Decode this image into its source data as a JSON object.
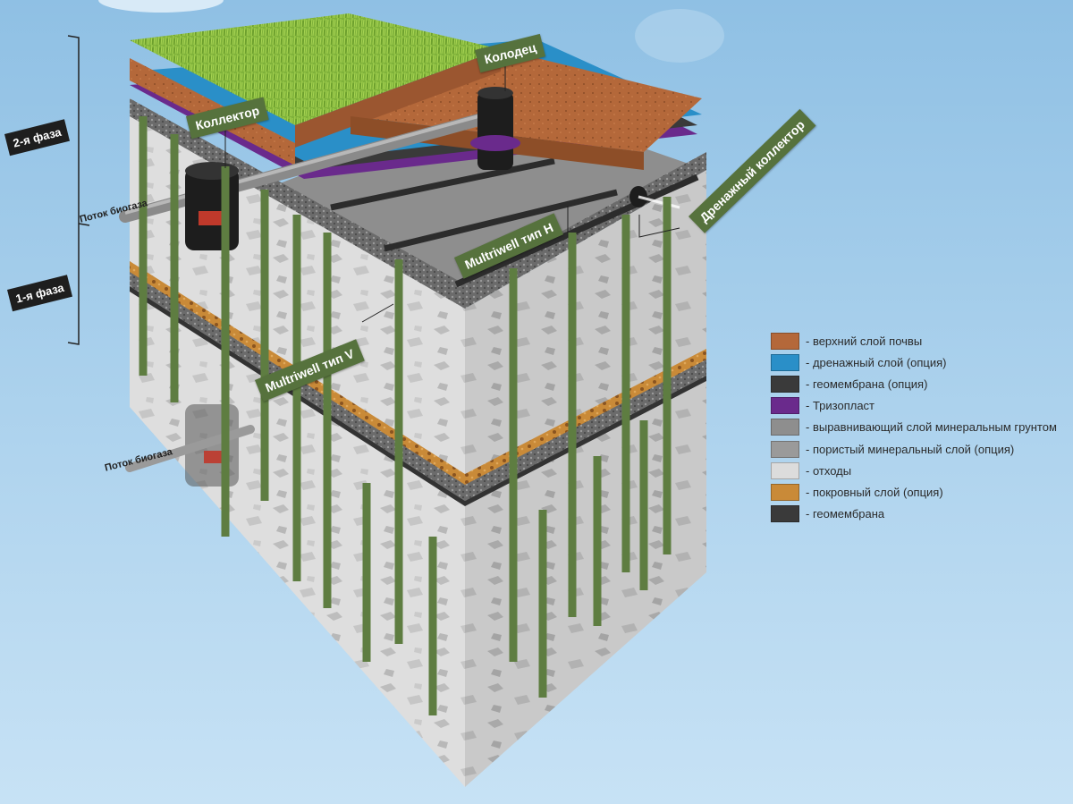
{
  "phases": {
    "phase2": "2-я фаза",
    "phase1": "1-я фаза"
  },
  "labels": {
    "collector": "Коллектор",
    "well": "Колодец",
    "drain_collector": "Дренажный коллектор",
    "multiwell_h": "Multriwell тип Н",
    "multiwell_v": "Multriwell тип V",
    "biogas_flow_upper": "Поток биогаза",
    "biogas_flow_lower": "Поток биогаза"
  },
  "legend": [
    {
      "label": "- верхний слой почвы",
      "color": "#b4683a"
    },
    {
      "label": "- дренажный слой (опция)",
      "color": "#2a8fc8"
    },
    {
      "label": "- геомембрана (опция)",
      "color": "#3a3a3a"
    },
    {
      "label": "- Тризопласт",
      "color": "#6a2a8c"
    },
    {
      "label": "- выравнивающий слой минеральным грунтом",
      "color": "#8e8e8e"
    },
    {
      "label": "- пористый минеральный слой (опция)",
      "color": "#9a9a9a"
    },
    {
      "label": "- отходы",
      "color": "#dcdcdc"
    },
    {
      "label": "- покровный слой (опция)",
      "color": "#c98a38"
    },
    {
      "label": "- геомембрана",
      "color": "#3a3a3a"
    }
  ]
}
